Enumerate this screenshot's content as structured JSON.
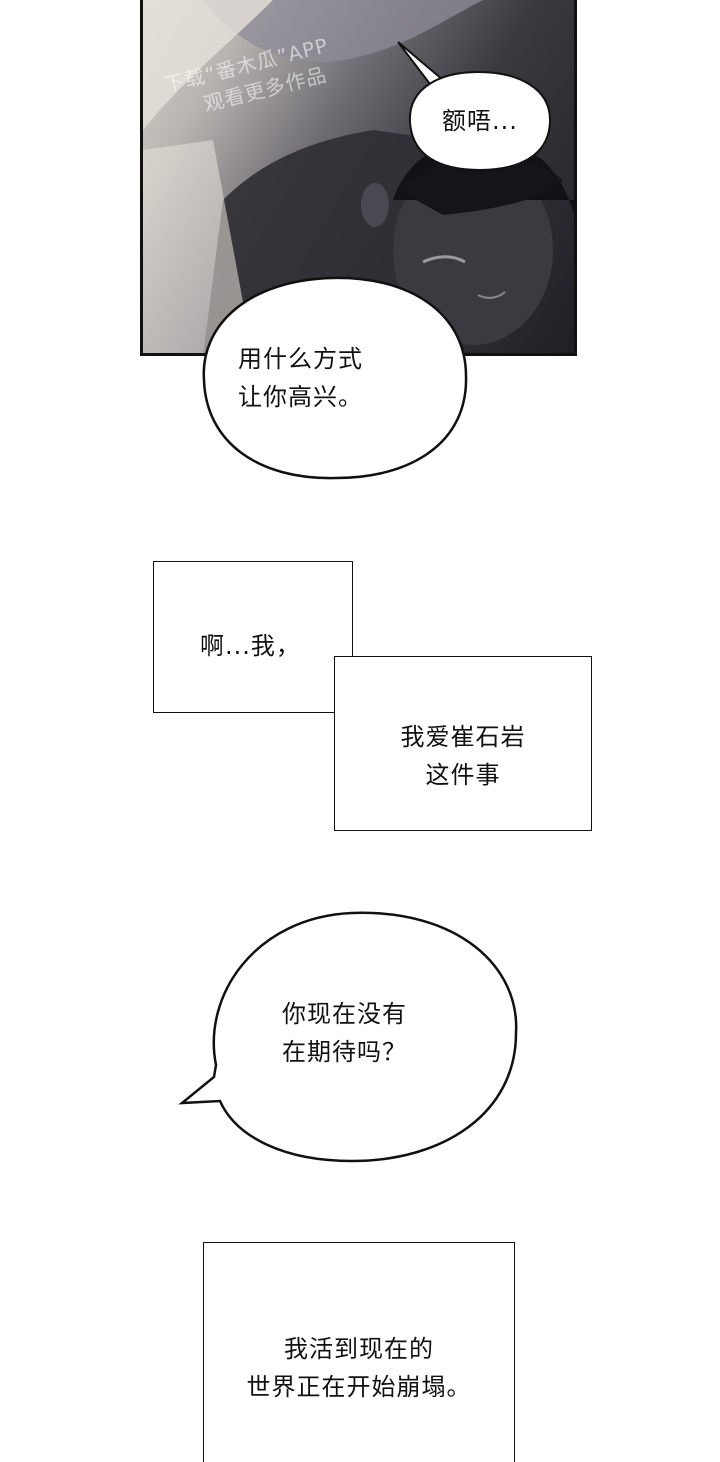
{
  "watermark": {
    "line1": "下载“番木瓜”APP",
    "line2": "观看更多作品"
  },
  "bubbles": {
    "b1": "额唔...",
    "b2_l1": "用什么方式",
    "b2_l2": "让你高兴。",
    "b5_l1": "你现在没有",
    "b5_l2": "在期待吗？"
  },
  "captions": {
    "c3": "啊...我，",
    "c4_l1": "我爱崔石岩",
    "c4_l2": "这件事",
    "c6_l1": "我活到现在的",
    "c6_l2": "世界正在开始崩塌。"
  },
  "colors": {
    "ink": "#111111",
    "paper": "#ffffff"
  }
}
